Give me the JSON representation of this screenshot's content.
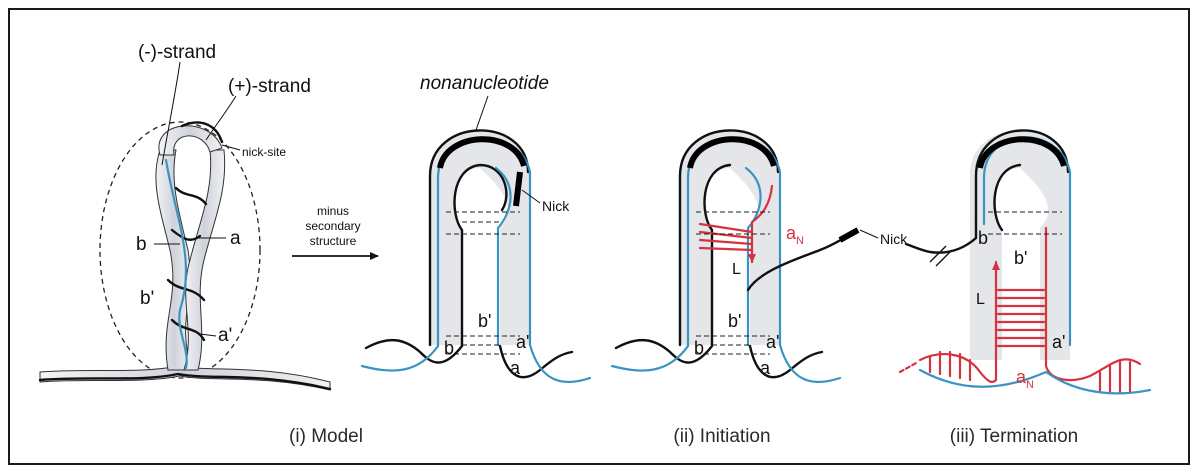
{
  "labels": {
    "minus_strand": "(-)-strand",
    "plus_strand": "(+)-strand",
    "nick_site": "nick-site",
    "a": "a",
    "b": "b",
    "b_prime": "b'",
    "a_prime": "a'",
    "arrow_line1": "minus",
    "arrow_line2": "secondary",
    "arrow_line3": "structure",
    "nonanucleotide": "nonanucleotide",
    "nick": "Nick",
    "a_N": "a",
    "a_N_sub": "N",
    "L": "L"
  },
  "captions": {
    "model": "(i) Model",
    "initiation": "(ii) Initiation",
    "termination": "(iii) Termination"
  },
  "colors": {
    "black_strand": "#111111",
    "blue_strand": "#3a93c2",
    "red_strand": "#d4333f",
    "ribbon_fill": "#e4e6ea"
  }
}
